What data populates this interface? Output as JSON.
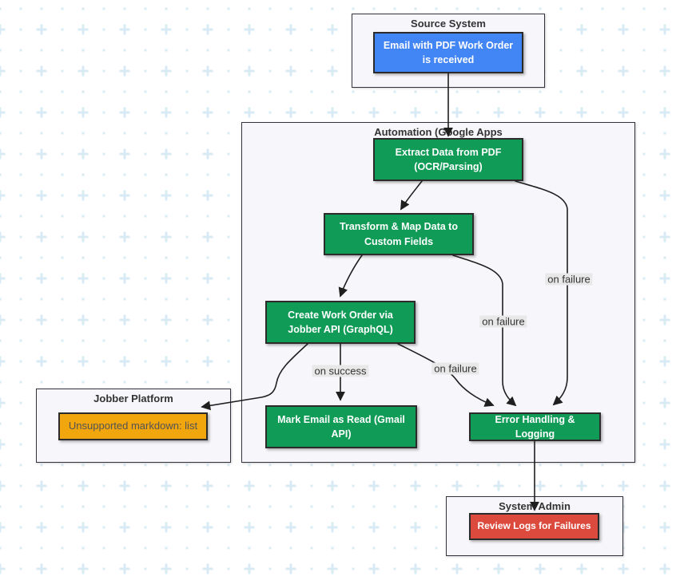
{
  "diagram": {
    "containers": {
      "source_system": {
        "title": "Source System"
      },
      "automation": {
        "title": "Automation (Google Apps"
      },
      "jobber_platform": {
        "title": "Jobber Platform"
      },
      "system_admin": {
        "title": "System Admin"
      }
    },
    "nodes": {
      "email_received": {
        "label": "Email with PDF Work Order is received",
        "color": "blue"
      },
      "extract_data": {
        "label": "Extract Data from PDF (OCR/Parsing)",
        "color": "green"
      },
      "transform_map": {
        "label": "Transform & Map Data to Custom Fields",
        "color": "green"
      },
      "create_work_order": {
        "label": "Create Work Order via Jobber API (GraphQL)",
        "color": "green"
      },
      "mark_email_read": {
        "label": "Mark Email as Read (Gmail API)",
        "color": "green"
      },
      "error_handling": {
        "label": "Error Handling & Logging",
        "color": "green"
      },
      "unsupported_markdown": {
        "label": "Unsupported markdown: list",
        "color": "yellow"
      },
      "review_logs": {
        "label": "Review Logs for Failures",
        "color": "red"
      }
    },
    "edge_labels": {
      "on_success": "on success",
      "on_failure": "on failure"
    },
    "colors": {
      "blue": {
        "fill": "#4285f4",
        "text": "#ffffff"
      },
      "green": {
        "fill": "#109b57",
        "text": "#ffffff"
      },
      "yellow": {
        "fill": "#f2a60d",
        "text": "#535353"
      },
      "red": {
        "fill": "#dc4a3d",
        "text": "#ffffff"
      },
      "edge": "#1f1f1f",
      "edge_label_bg": "#e8e8e8",
      "container_fill": "#f7f7fb",
      "container_border": "#33333d",
      "node_border": "#2b2b2b",
      "background_pattern": "#d8ebf4"
    }
  }
}
